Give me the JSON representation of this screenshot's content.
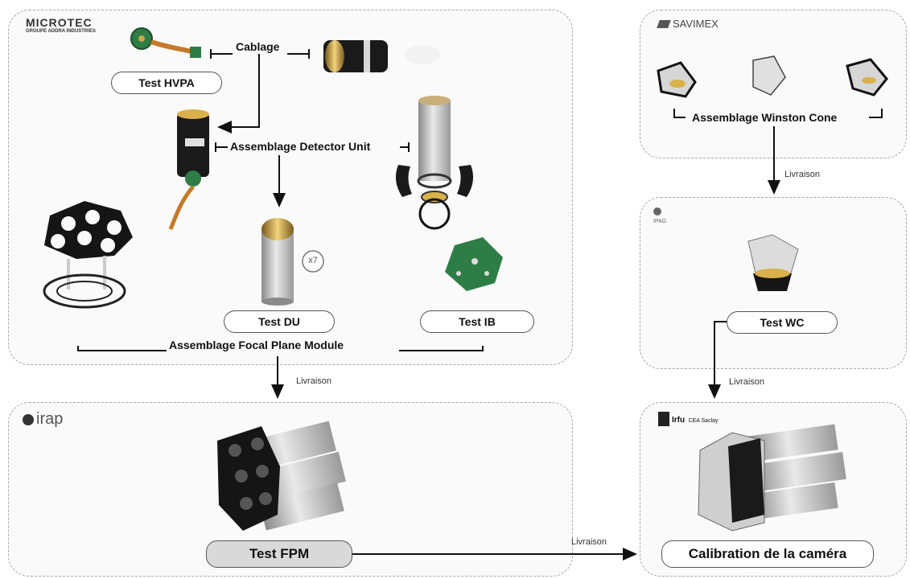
{
  "logos": {
    "microtec": "MICROTEC",
    "microtec_sub1": "",
    "microtec_sub2": "GROUPE ADDRA INDUSTRIES",
    "savimex": "SAVIMEX",
    "ipag": "IPAG",
    "irap": "irap",
    "irfu": "Irfu",
    "irfu_sub": "CEA Saclay"
  },
  "labels": {
    "cablage": "Cablage",
    "test_hvpa": "Test HVPA",
    "assemblage_du": "Assemblage Detector Unit",
    "multiplier": "x7",
    "test_du": "Test DU",
    "test_ib": "Test IB",
    "assemblage_fpm": "Assemblage Focal Plane Module",
    "livraison_1": "Livraison",
    "test_fpm": "Test FPM",
    "livraison_2": "Livraison",
    "assemblage_wc": "Assemblage Winston Cone",
    "livraison_3": "Livraison",
    "test_wc": "Test WC",
    "livraison_4": "Livraison",
    "calibration": "Calibration de la caméra"
  },
  "colors": {
    "zone_border": "#a8a8a8",
    "arrow": "#111111",
    "pcb_green": "#2e7d46",
    "test_fpm_fill": "#d9d9d9"
  }
}
